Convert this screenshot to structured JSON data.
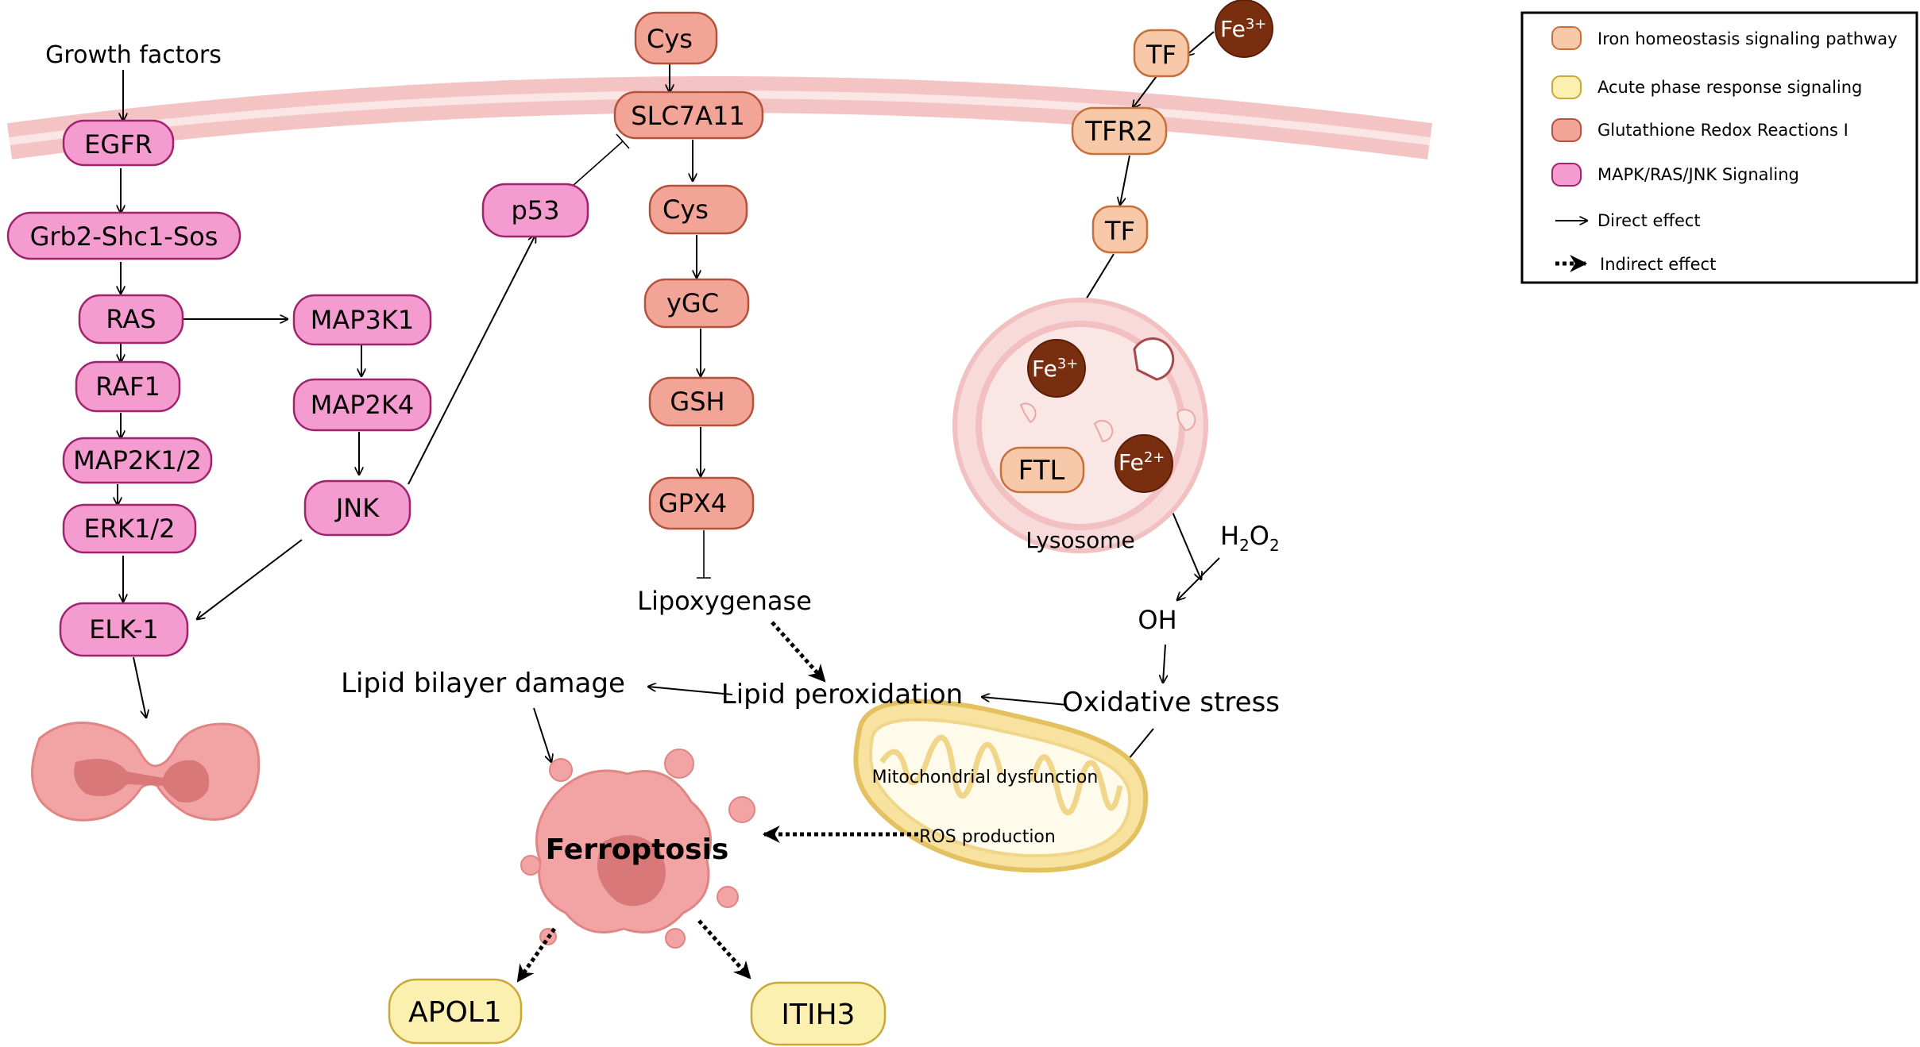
{
  "nodes": {
    "growth_factors": "Growth factors",
    "egfr": "EGFR",
    "grb2": "Grb2-Shc1-Sos",
    "ras": "RAS",
    "raf1": "RAF1",
    "map2k12": "MAP2K1/2",
    "erk12": "ERK1/2",
    "elk1": "ELK-1",
    "map3k1": "MAP3K1",
    "map2k4": "MAP2K4",
    "jnk": "JNK",
    "p53": "p53",
    "cys_top": "Cys",
    "slc7a11": "SLC7A11",
    "cys_mid": "Cys",
    "ygc": "yGC",
    "gsh": "GSH",
    "gpx4": "GPX4",
    "lipoxygenase": "Lipoxygenase",
    "lipid_peroxidation": "Lipid peroxidation",
    "lipid_bilayer_damage": "Lipid bilayer damage",
    "tf_top": "TF",
    "fe3_top": "Fe",
    "fe3_top_sup": "3+",
    "tfr2": "TFR2",
    "tf_mid": "TF",
    "fe3_lys": "Fe",
    "fe3_lys_sup": "3+",
    "ftl": "FTL",
    "fe2": "Fe",
    "fe2_sup": "2+",
    "lysosome": "Lysosome",
    "h2o2_h": "H",
    "h2o2_2a": "2",
    "h2o2_o": "O",
    "h2o2_2b": "2",
    "oh": "OH",
    "oxidative_stress": "Oxidative stress",
    "mito_dysfunction": "Mitochondrial dysfunction",
    "ros_production": "ROS production",
    "ferroptosis": "Ferroptosis",
    "apol1": "APOL1",
    "itih3": "ITIH3"
  },
  "legend": {
    "items": [
      {
        "label": "Iron homeostasis signaling pathway",
        "color": "#F8C9A8",
        "stroke": "#C8703A"
      },
      {
        "label": "Acute phase response signaling",
        "color": "#FBF0B0",
        "stroke": "#C9A838"
      },
      {
        "label": "Glutathione Redox Reactions I",
        "color": "#F2A496",
        "stroke": "#B5523E"
      },
      {
        "label": "MAPK/RAS/JNK Signaling",
        "color": "#F49BD0",
        "stroke": "#A0236E"
      }
    ],
    "direct_effect": "Direct effect",
    "indirect_effect": "Indirect effect"
  },
  "colors": {
    "mapk_fill": "#F49BD0",
    "mapk_stroke": "#A0236E",
    "glut_fill": "#F2A496",
    "glut_stroke": "#B5523E",
    "iron_fill": "#F8C9A8",
    "iron_stroke": "#C8703A",
    "acute_fill": "#FBF0B0",
    "acute_stroke": "#C9A838",
    "iron_ball": "#7A2E10",
    "membrane": "#F4C4C4",
    "cell": "#F0A0A0",
    "cell_core": "#D87878"
  }
}
